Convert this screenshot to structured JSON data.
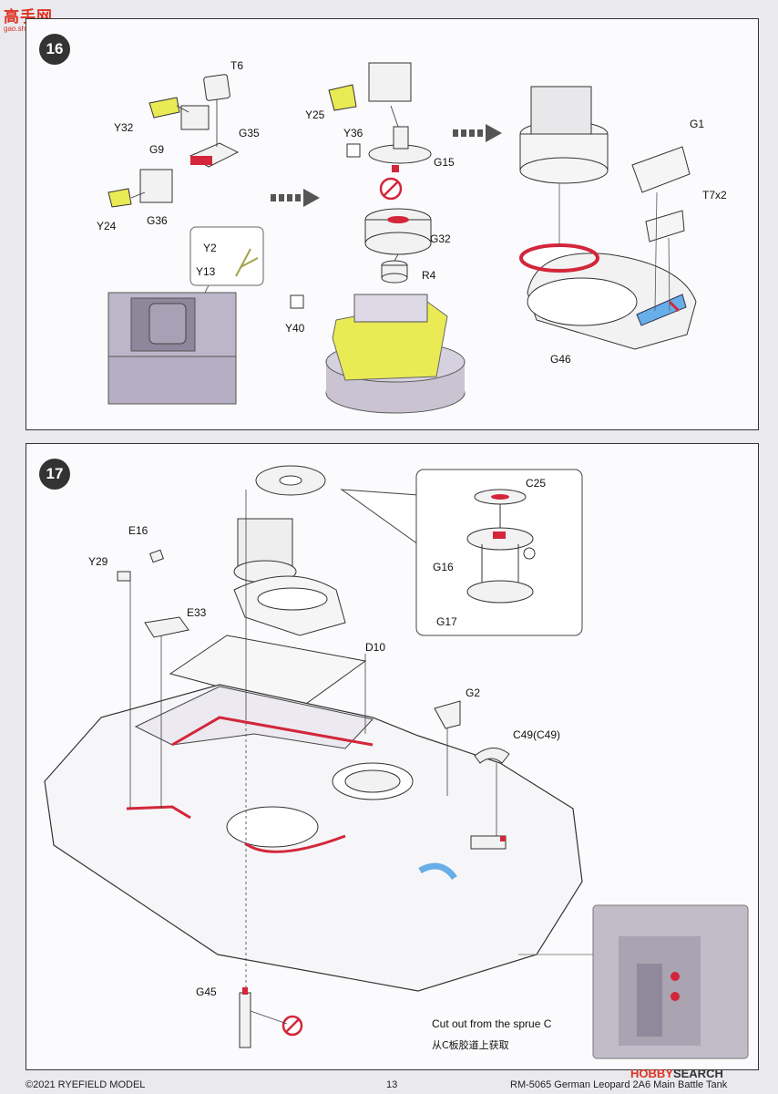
{
  "site_logo": {
    "chinese": "高手网",
    "url": "gao.shou.com"
  },
  "step16": {
    "number": "16",
    "labels": {
      "t6": "T6",
      "y32": "Y32",
      "g9": "G9",
      "g35": "G35",
      "y24": "Y24",
      "g36": "G36",
      "y2": "Y2",
      "y13": "Y13",
      "y25": "Y25",
      "y36": "Y36",
      "g15": "G15",
      "g32": "G32",
      "r4": "R4",
      "y40": "Y40",
      "g1": "G1",
      "t7x2": "T7x2",
      "g46": "G46"
    }
  },
  "step17": {
    "number": "17",
    "labels": {
      "c25": "C25",
      "g16": "G16",
      "g17": "G17",
      "e16": "E16",
      "y29": "Y29",
      "e33": "E33",
      "d10": "D10",
      "g2": "G2",
      "c49": "C49(C49)",
      "g45": "G45"
    },
    "note_en": "Cut out from the sprue C",
    "note_cn": "从C板胶道上获取"
  },
  "footer": {
    "copyright": "©2021 RYEFIELD MODEL",
    "page": "13",
    "title": "RM-5065 German Leopard 2A6 Main Battle Tank"
  },
  "watermark": {
    "brand": "HOBBY",
    "suffix": "SEARCH"
  },
  "colors": {
    "part_yellow": "#eaea55",
    "part_gray": "#c9c3d2",
    "glue_red": "#d3263a",
    "clear_blue": "#68aee8",
    "panel_border": "#333333"
  }
}
